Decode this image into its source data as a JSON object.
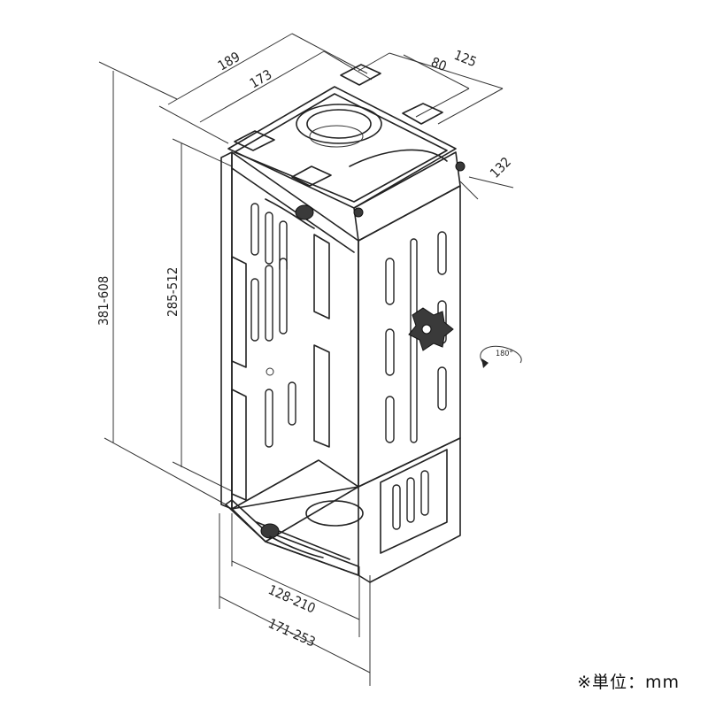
{
  "dimensions": {
    "top_width_outer": "189",
    "top_width_inner": "173",
    "top_depth_outer": "125",
    "top_depth_inner": "80",
    "side_depth": "132",
    "height_outer": "381-608",
    "height_inner": "285-512",
    "bottom_width_inner": "128-210",
    "bottom_width_outer": "171-253",
    "rotation": "180°"
  },
  "unit_note": "※単位：mm",
  "colors": {
    "line": "#222222",
    "background": "#ffffff",
    "knob": "#3a3a3a"
  }
}
